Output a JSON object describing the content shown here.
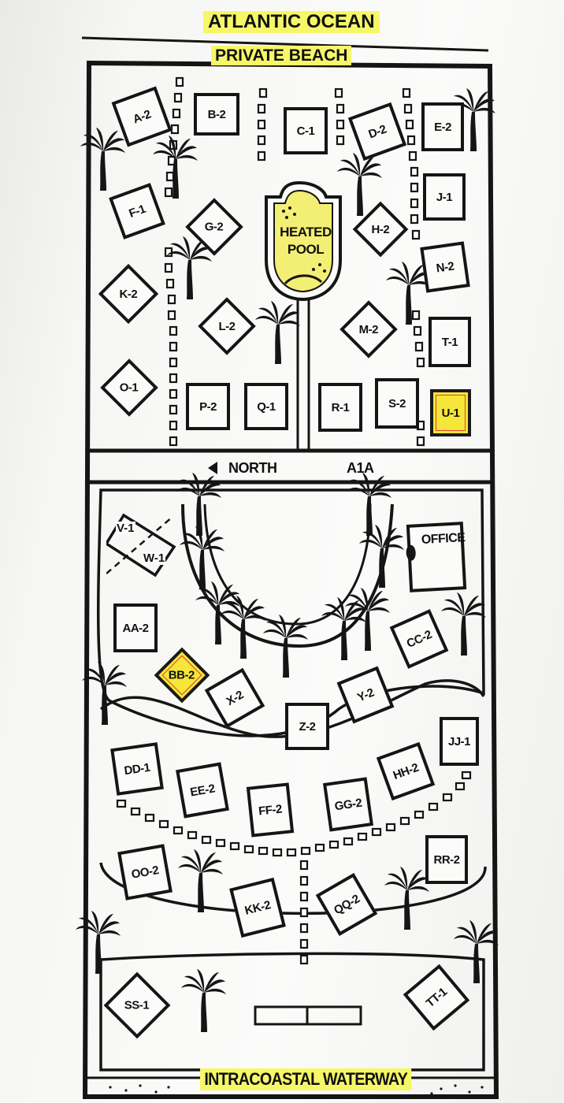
{
  "labels": {
    "ocean": "ATLANTIC OCEAN",
    "beach": "PRIVATE BEACH",
    "waterway": "INTRACOASTAL WATERWAY",
    "north": "NORTH",
    "highway": "A1A",
    "pool": "HEATED POOL",
    "office": "OFFICE"
  },
  "units": {
    "A2": "A-2",
    "B2": "B-2",
    "C1": "C-1",
    "D2": "D-2",
    "E2": "E-2",
    "F1": "F-1",
    "G2": "G-2",
    "H2": "H-2",
    "J1": "J-1",
    "K2": "K-2",
    "L2": "L-2",
    "M2": "M-2",
    "N2": "N-2",
    "O1": "O-1",
    "P2": "P-2",
    "Q1": "Q-1",
    "R1": "R-1",
    "S2": "S-2",
    "T1": "T-1",
    "U1": "U-1",
    "V1": "V-1",
    "W1": "W-1",
    "AA2": "AA-2",
    "BB2": "BB-2",
    "CC2": "CC-2",
    "X2": "X-2",
    "Y2": "Y-2",
    "Z2": "Z-2",
    "DD1": "DD-1",
    "EE2": "EE-2",
    "FF2": "FF-2",
    "GG2": "GG-2",
    "HH2": "HH-2",
    "JJ1": "JJ-1",
    "OO2": "OO-2",
    "KK2": "KK-2",
    "QQ2": "QQ-2",
    "RR2": "RR-2",
    "SS1": "SS-1",
    "TT1": "TT-1"
  },
  "highlighted_units": [
    "U-1",
    "BB-2"
  ],
  "colors": {
    "highlight": "#f6f768",
    "unit_highlight": "#f5e63a",
    "pool": "#f3ef74",
    "ink": "#151515"
  },
  "icons": [
    "palm-tree-icon",
    "north-arrow-icon",
    "stepping-stone-icon"
  ]
}
